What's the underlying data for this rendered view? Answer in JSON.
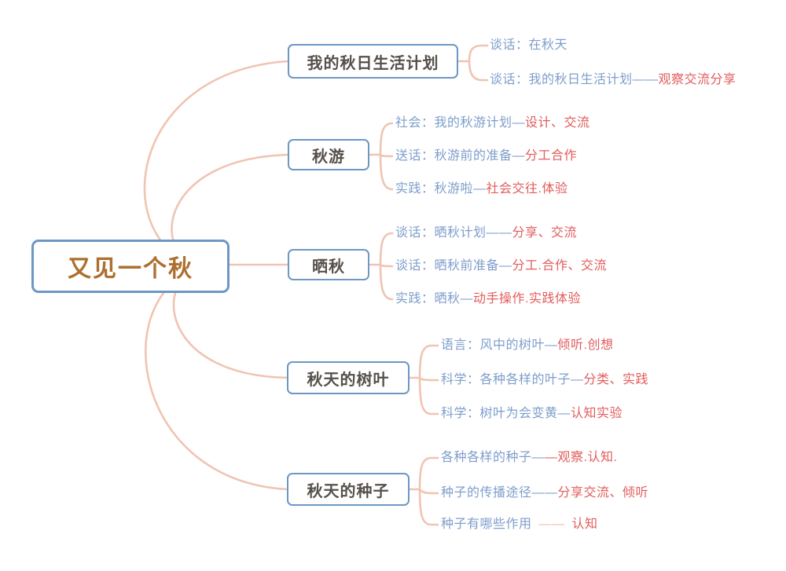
{
  "root": {
    "label": "又见一个秋"
  },
  "colors": {
    "background": "#ffffff",
    "node_border_blue": "#6d97c4",
    "root_text_brown": "#ad6f2f",
    "branch_text": "#56504a",
    "leaf_text_blue": "#7e9ecb",
    "leaf_text_red": "#e25c5c",
    "connector_peach": "#f0c4b2"
  },
  "branches": [
    {
      "label": "我的秋日生活计划",
      "leaves": [
        {
          "blue": "谈话：在秋天"
        },
        {
          "blue": "谈话：我的秋日生活计划——",
          "red": "观察交流分享"
        }
      ]
    },
    {
      "label": "秋游",
      "leaves": [
        {
          "blue": "社会：我的秋游计划—",
          "red": "设计、交流"
        },
        {
          "blue": "送话：秋游前的准备—",
          "red": "分工合作"
        },
        {
          "blue": "实践：秋游啦—",
          "red": "社会交往.体验"
        }
      ]
    },
    {
      "label": "晒秋",
      "leaves": [
        {
          "blue": "谈话：晒秋计划——",
          "red": "分享、交流"
        },
        {
          "blue": "谈话：晒秋前准备—",
          "red": "分工.合作、交流"
        },
        {
          "blue": "实践：晒秋—",
          "red": "动手操作.实践体验"
        }
      ]
    },
    {
      "label": "秋天的树叶",
      "leaves": [
        {
          "blue": "语言：风中的树叶—",
          "red": "倾听.创想"
        },
        {
          "blue": "科学：各种各样的叶子—",
          "red": "分类、实践"
        },
        {
          "blue": "科学：树叶为会变黄—",
          "red": "认知实验"
        }
      ]
    },
    {
      "label": "秋天的种子",
      "leaves": [
        {
          "blue": "各种各样的种子—",
          "red": "—观察.认知."
        },
        {
          "blue": "种子的传播途径——",
          "red": "分享交流、倾听"
        },
        {
          "blue": "种子有哪些作用",
          "dash": "——",
          "red": "认知"
        }
      ]
    }
  ]
}
